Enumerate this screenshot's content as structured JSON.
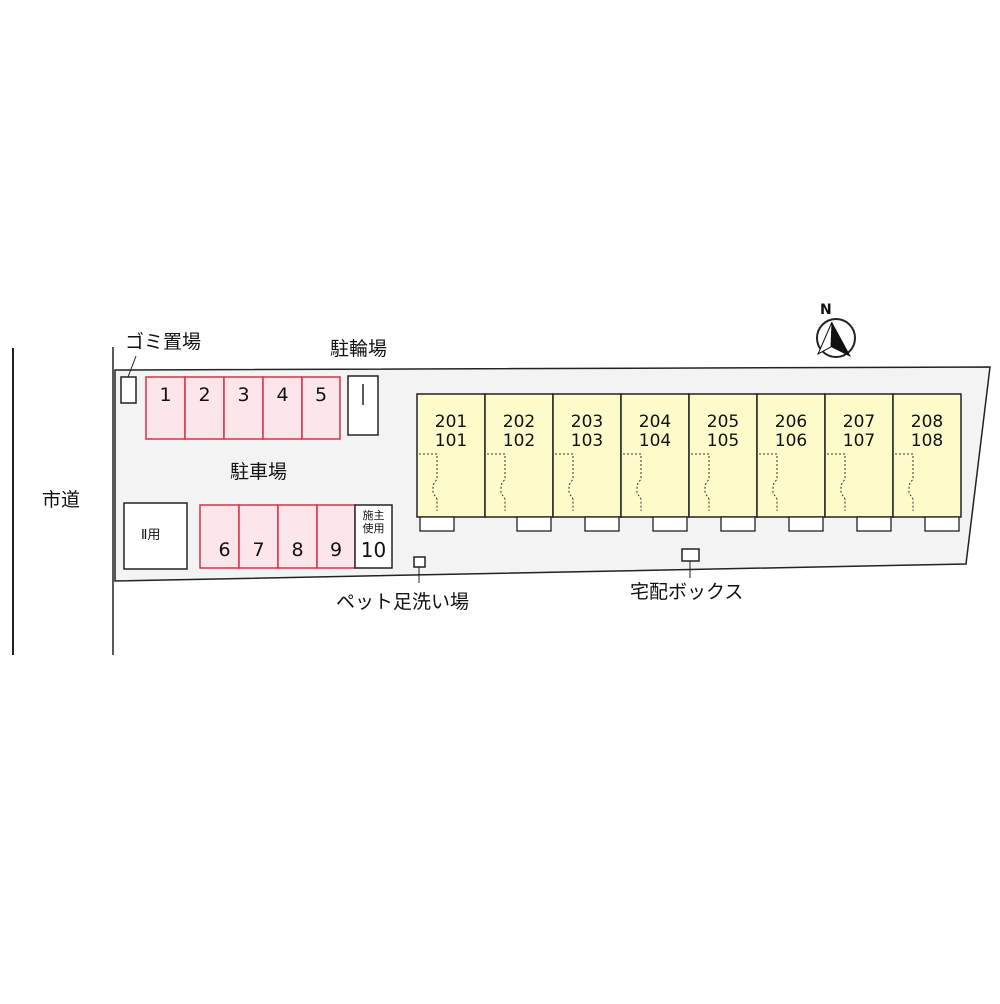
{
  "road_label": "市道",
  "garbage_label": "ゴミ置場",
  "bicycle_label": "駐輪場",
  "parking_label": "駐車場",
  "pet_wash_label": "ペット足洗い場",
  "delivery_box_label": "宅配ボックス",
  "compass_label": "N",
  "unit_label": "Ⅱ用",
  "owner_slot": {
    "line1": "施主",
    "line2": "使用",
    "number": "10"
  },
  "parking_top": [
    "1",
    "2",
    "3",
    "4",
    "5"
  ],
  "parking_bottom": [
    "6",
    "7",
    "8",
    "9"
  ],
  "units": [
    {
      "upper": "201",
      "lower": "101"
    },
    {
      "upper": "202",
      "lower": "102"
    },
    {
      "upper": "203",
      "lower": "103"
    },
    {
      "upper": "204",
      "lower": "104"
    },
    {
      "upper": "205",
      "lower": "105"
    },
    {
      "upper": "206",
      "lower": "106"
    },
    {
      "upper": "207",
      "lower": "107"
    },
    {
      "upper": "208",
      "lower": "108"
    }
  ],
  "colors": {
    "parking_fill": "#fde6ea",
    "parking_stroke": "#d9304a",
    "building_fill": "#fcfbc9",
    "lot_fill": "#f3f3f3",
    "line": "#222222"
  }
}
